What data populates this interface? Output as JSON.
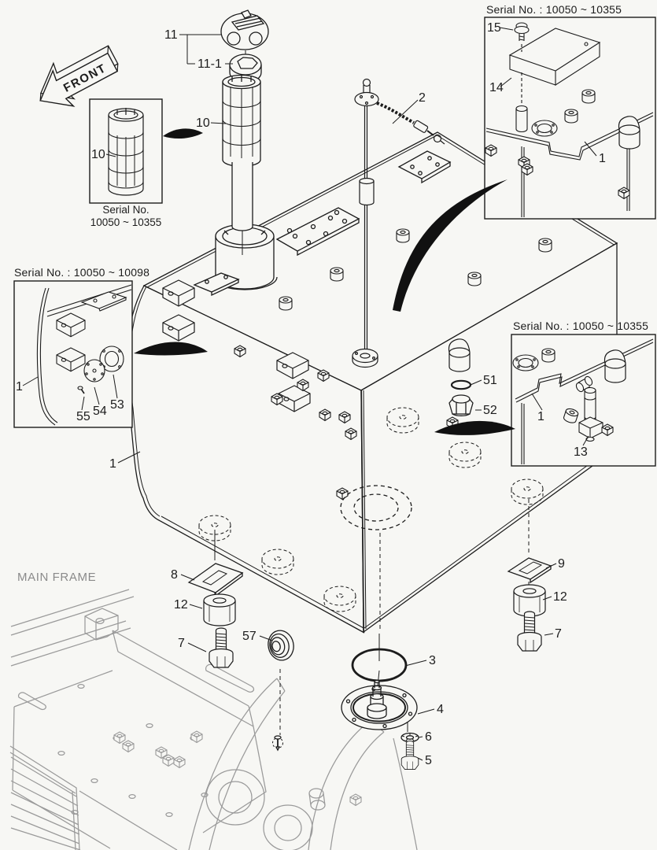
{
  "colors": {
    "line": "#1c1c1c",
    "frame_gray": "#9a9a9a",
    "background": "#f7f7f4",
    "swoosh": "#111111"
  },
  "front_arrow": {
    "label": "FRONT"
  },
  "main_frame": {
    "label": "MAIN FRAME"
  },
  "insets": {
    "strainer": {
      "caption_line1": "Serial No.",
      "caption_line2": "10050 ~ 10355"
    },
    "top_right": {
      "title": "Serial No. : 10050 ~ 10355"
    },
    "left": {
      "title": "Serial No. : 10050 ~ 10098"
    },
    "right": {
      "title": "Serial No. : 10050 ~ 10355"
    }
  },
  "callouts": {
    "cap": "11",
    "cap_ring": "11-1",
    "strainer_main": "10",
    "strainer_inset": "10",
    "sensor": "2",
    "bolt_15": "15",
    "cover_14": "14",
    "tank_top_right": "1",
    "tank_left_inset": "1",
    "screw_55": "55",
    "plate_54": "54",
    "flange_53": "53",
    "tank_main": "1",
    "tank_right_inset": "1",
    "joint_13": "13",
    "oring_51": "51",
    "plug_52": "52",
    "plate_8": "8",
    "mount_12_left": "12",
    "bolt_7_left": "7",
    "plug_57": "57",
    "plate_9": "9",
    "mount_12_right": "12",
    "bolt_7_right": "7",
    "oring_3": "3",
    "flange_4": "4",
    "washer_6": "6",
    "bolt_5": "5"
  }
}
